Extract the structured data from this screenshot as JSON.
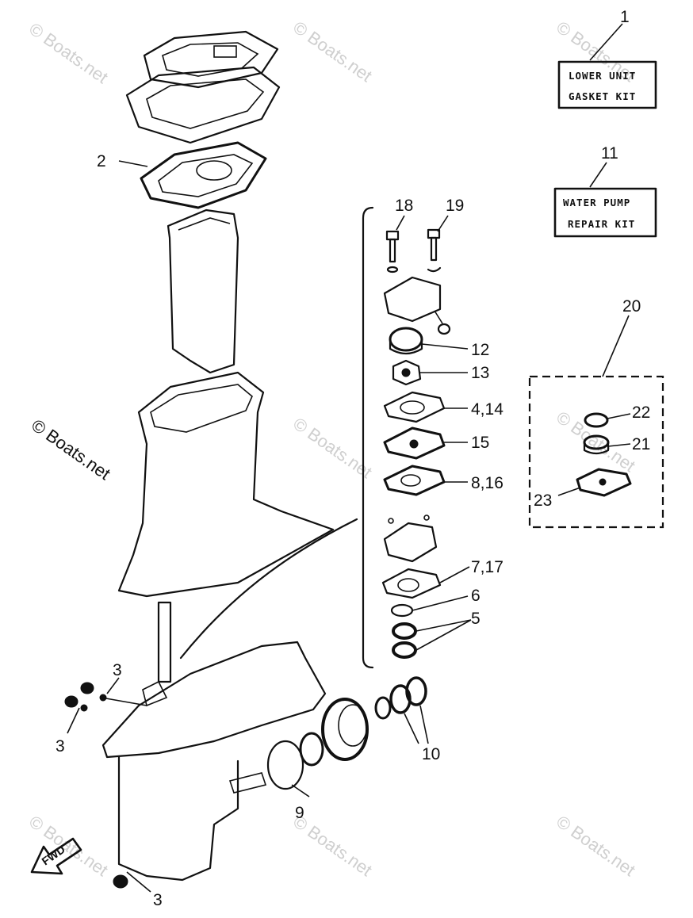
{
  "kit_boxes": [
    {
      "callout": "1",
      "line1": "LOWER UNIT",
      "line2": "GASKET KIT"
    },
    {
      "callout": "11",
      "line1": "WATER PUMP",
      "line2": "REPAIR KIT"
    }
  ],
  "callouts": [
    "2",
    "18",
    "19",
    "12",
    "13",
    "4,14",
    "15",
    "8,16",
    "7,17",
    "6",
    "5",
    "20",
    "22",
    "21",
    "23",
    "3",
    "3",
    "3",
    "10",
    "9"
  ],
  "fwd_label": "FWD",
  "watermark": "© Boats.net"
}
